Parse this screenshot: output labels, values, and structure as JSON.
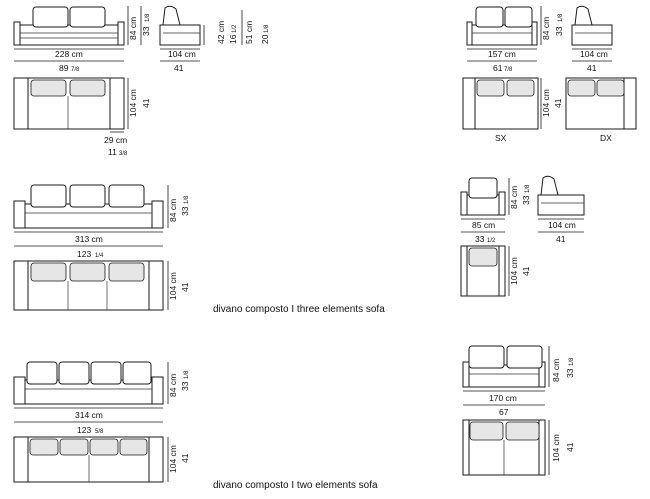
{
  "labels": {
    "w228_cm": "228 cm",
    "w228_in": "89",
    "w228_in_frac": "7/8",
    "h84_cm": "84 cm",
    "h84_in": "33",
    "h84_in_frac": "1/8",
    "d104_cm": "104 cm",
    "d104_in": "41",
    "seat42_cm": "42 cm",
    "seat42_in": "16",
    "seat42_in_frac": "1/2",
    "back51_cm": "51 cm",
    "back51_in": "20",
    "back51_in_frac": "1/8",
    "arm29_cm": "29 cm",
    "arm29_in": "11",
    "arm29_in_frac": "3/8",
    "w157_cm": "157 cm",
    "w157_in": "61",
    "w157_in_frac": "7/8",
    "sx": "SX",
    "dx": "DX",
    "w313_cm": "313 cm",
    "w313_in": "123",
    "w313_in_frac": "1/4",
    "w85_cm": "85 cm",
    "w85_in": "33",
    "w85_in_frac": "1/2",
    "w314_cm": "314 cm",
    "w314_in": "123",
    "w314_in_frac": "5/8",
    "w170_cm": "170 cm",
    "w170_in": "67",
    "h84b_in_frac": "1/8",
    "three_elements": "divano composto  I  three elements sofa",
    "two_elements": "divano composto  I  two elements sofa"
  }
}
